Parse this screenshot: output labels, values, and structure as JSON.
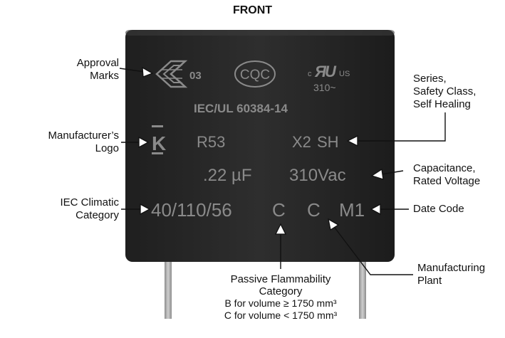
{
  "title": "FRONT",
  "capacitor": {
    "approval_code": "03",
    "cqc_mark": "CQC",
    "ul_c": "c",
    "ul_us": "US",
    "ul_voltage": "310~",
    "standard": "IEC/UL 60384-14",
    "logo_letter": "K",
    "series": "R53",
    "class": "X2",
    "self_healing": "SH",
    "capacitance": ".22 µF",
    "voltage": "310Vac",
    "climatic": "40/110/56",
    "flammability": "C",
    "plant": "C",
    "date_code": "M1",
    "body_color": "#2b2b2b",
    "marking_color": "#8a8a8a",
    "lead_color": "#a8a8a8"
  },
  "labels": {
    "approval": [
      "Approval",
      "Marks"
    ],
    "manufacturer": [
      "Manufacturer’s",
      "Logo"
    ],
    "iec": [
      "IEC Climatic",
      "Category"
    ],
    "series": [
      "Series,",
      "Safety Class,",
      "Self Healing"
    ],
    "capacitance": [
      "Capacitance,",
      "Rated Voltage"
    ],
    "date": [
      "Date Code"
    ],
    "plant": [
      "Manufacturing",
      "Plant"
    ],
    "flammability": [
      "Passive Flammability",
      "Category",
      "B for volume ≥ 1750 mm³",
      "C for volume < 1750 mm³"
    ]
  }
}
